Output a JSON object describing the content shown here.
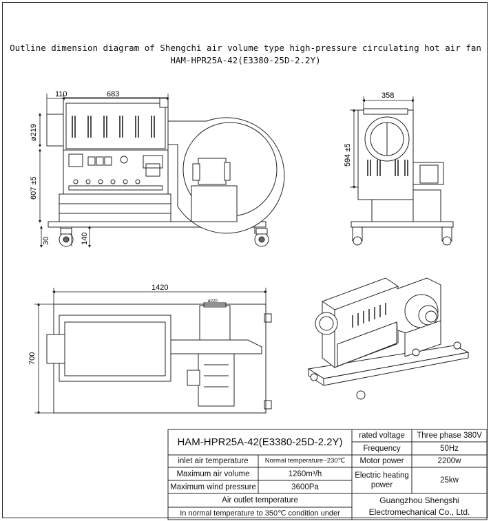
{
  "title": {
    "line1": "Outline dimension diagram of Shengchi air volume type high-pressure circulating hot air fan",
    "line2": "HAM-HPR25A-42(E3380-25D-2.2Y)"
  },
  "dimensions": {
    "front_width": "683",
    "front_left": "110",
    "duct_dia": "ø219",
    "height_lower": "607 ±5",
    "wheel_h": "30",
    "wheel_w": "140",
    "side_width": "358",
    "side_height": "594 ±5",
    "top_length": "1420",
    "top_width": "700",
    "fan_dia": "ø220"
  },
  "spec_table": {
    "model": "HAM-HPR25A-42(E3380-25D-2.2Y)",
    "rows": [
      {
        "label": "rated voltage",
        "value": "Three phase 380V"
      },
      {
        "label": "Frequency",
        "value": "50Hz"
      },
      {
        "label": "Motor power",
        "value": "2200w"
      },
      {
        "label": "Electric heating power",
        "value": "25kw"
      }
    ],
    "left_rows": [
      {
        "label": "inlet air temperature",
        "value": "Normal temperature~230℃"
      },
      {
        "label": "Maximum air volume",
        "value": "1260m³/h"
      },
      {
        "label": "Maximum wind pressure",
        "value": "3600Pa"
      }
    ],
    "outlet_label": "Air outlet temperature",
    "outlet_value": "In normal temperature to 350℃ condition under",
    "company_line1": "Guangzhou Shengshi",
    "company_line2": "Electromechanical Co., Ltd."
  }
}
